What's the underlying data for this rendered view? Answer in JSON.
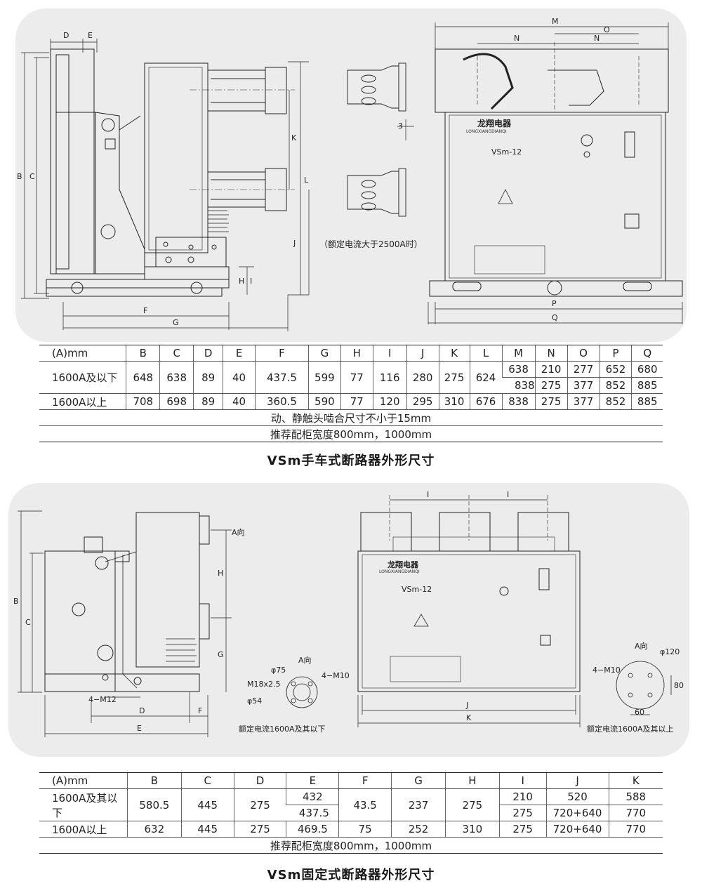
{
  "top_section": {
    "note": "（额定电流大于2500A时）",
    "logo_text": "龙翔电器",
    "logo_sub": "LONGXIANGDIANQI",
    "model": "VSm-12",
    "dim_labels": [
      "D",
      "E",
      "B",
      "C",
      "K",
      "L",
      "J",
      "H",
      "I",
      "F",
      "G",
      "3",
      "M",
      "N",
      "O",
      "P",
      "Q"
    ],
    "caption": "VSm手车式断路器外形尺寸",
    "table": {
      "headers": [
        "(A)mm",
        "B",
        "C",
        "D",
        "E",
        "F",
        "G",
        "H",
        "I",
        "J",
        "K",
        "L",
        "M",
        "N",
        "O",
        "P",
        "Q"
      ],
      "row1_label": "1600A及以下",
      "row1_common": [
        "648",
        "638",
        "89",
        "40",
        "437.5",
        "599",
        "77",
        "116",
        "280",
        "275",
        "624"
      ],
      "row1_a": [
        "638",
        "210",
        "277",
        "652",
        "680"
      ],
      "row1_b": [
        "838",
        "275",
        "377",
        "852",
        "885"
      ],
      "row2": [
        "1600A以上",
        "708",
        "698",
        "89",
        "40",
        "360.5",
        "590",
        "77",
        "120",
        "295",
        "310",
        "676",
        "838",
        "275",
        "377",
        "852",
        "885"
      ],
      "note1": "动、静触头啮合尺寸不小于15mm",
      "note2": "推荐配柜宽度800mm，1000mm"
    }
  },
  "bottom_section": {
    "a_dir": "A向",
    "logo_text": "龙翔电器",
    "logo_sub": "LONGXIANGDIANQI",
    "model": "VSm-12",
    "left_labels": [
      "B",
      "C",
      "H",
      "G",
      "4−M12",
      "D",
      "F",
      "E"
    ],
    "flange_left": {
      "d1": "φ75",
      "m": "M18x2.5",
      "d2": "φ54",
      "bolt": "4−M10",
      "caption": "额定电流1600A及其以下"
    },
    "flange_right": {
      "d": "φ120",
      "bolt": "4−M10",
      "w": "60",
      "h": "80",
      "caption": "额定电流1600A及其以上"
    },
    "front_labels": [
      "I",
      "I",
      "J",
      "K"
    ],
    "caption": "VSm固定式断路器外形尺寸",
    "table": {
      "headers": [
        "(A)mm",
        "B",
        "C",
        "D",
        "E",
        "F",
        "G",
        "H",
        "I",
        "J",
        "K"
      ],
      "row1": [
        "1600A及其以下",
        "580.5",
        "445",
        "275",
        "432",
        "43.5",
        "237",
        "275",
        "210",
        "520",
        "588"
      ],
      "row1_b": [
        "437.5",
        "275",
        "720+640",
        "770"
      ],
      "row2": [
        "1600A以上",
        "632",
        "445",
        "275",
        "469.5",
        "75",
        "252",
        "310",
        "275",
        "720+640",
        "770"
      ],
      "note": "推荐配柜宽度800mm，1000mm"
    }
  },
  "colors": {
    "panel": "#ececec",
    "line": "#222222"
  }
}
